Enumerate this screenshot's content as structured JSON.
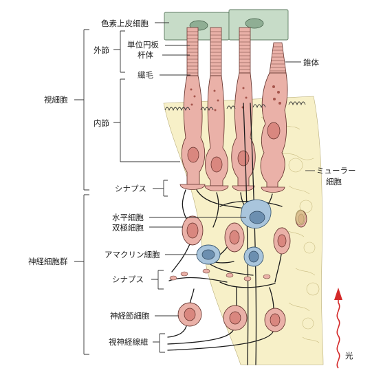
{
  "labels": {
    "pigment_epithelium": "色素上皮細胞",
    "outer_segment": "外節",
    "membrane_disc": "単位円板",
    "rod": "杆体",
    "cilium": "繊毛",
    "cone": "錐体",
    "photoreceptor": "視細胞",
    "inner_segment": "内節",
    "synapse_top": "シナプス",
    "muller_cell_1": "ミューラー",
    "muller_cell_2": "細胞",
    "horizontal_cell": "水平細胞",
    "bipolar_cell": "双極細胞",
    "neural_cell_group": "神経細胞群",
    "amacrine_cell": "アマクリン細胞",
    "synapse_mid": "シナプス",
    "ganglion_cell": "神経節細胞",
    "optic_nerve_fiber": "視神経線維",
    "light": "光"
  },
  "colors": {
    "pigment_epithelium": "#c7dcc8",
    "photoreceptor": "#eab1a8",
    "muller_cell": "#f7f0c8",
    "amacrine_horizontal": "#a9c5dc",
    "light_arrow": "#d42a2a"
  }
}
